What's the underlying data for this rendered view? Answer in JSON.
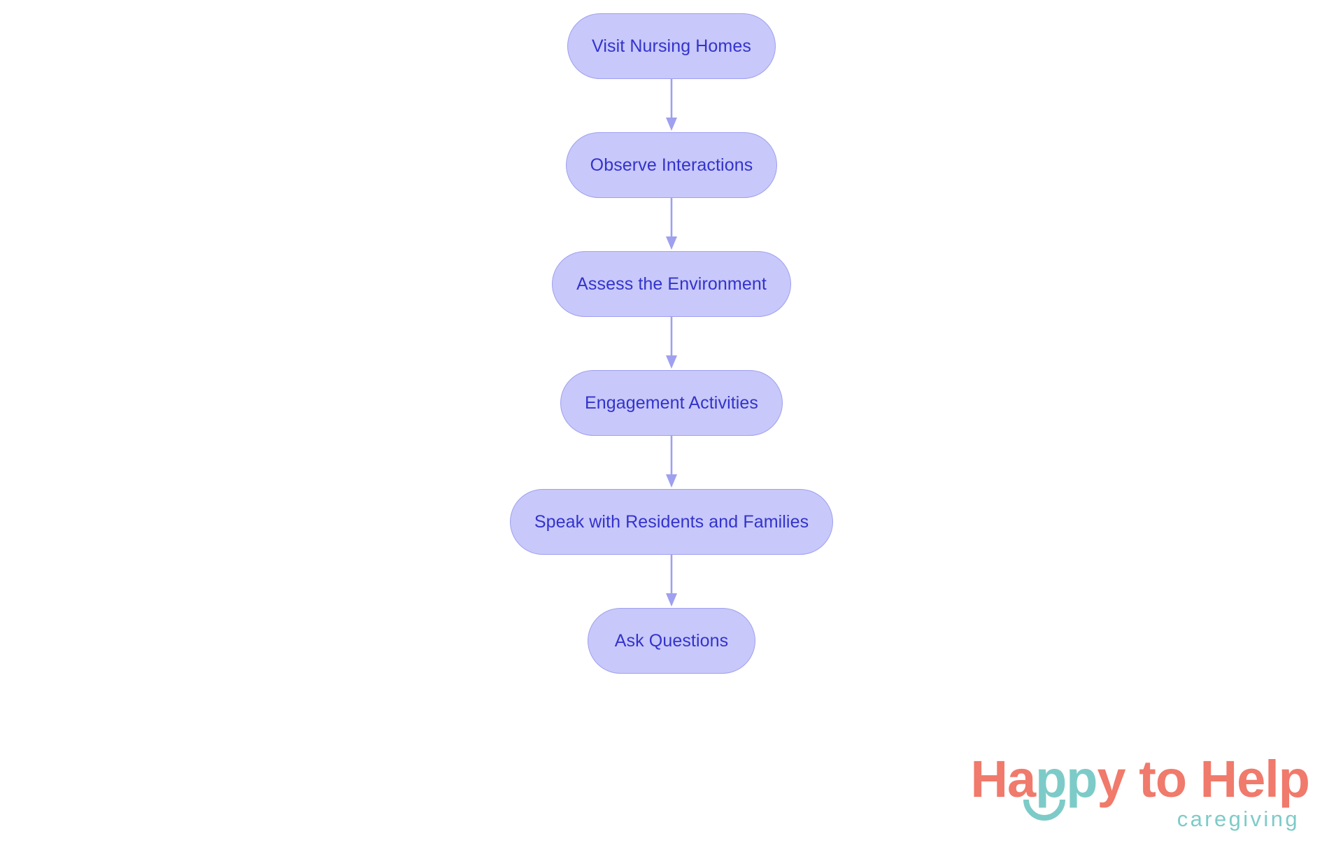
{
  "chart_data": {
    "type": "diagram",
    "diagram_type": "flowchart",
    "orientation": "top-to-bottom",
    "title": "",
    "nodes": [
      {
        "id": "n1",
        "label": "Visit Nursing Homes"
      },
      {
        "id": "n2",
        "label": "Observe Interactions"
      },
      {
        "id": "n3",
        "label": "Assess the Environment"
      },
      {
        "id": "n4",
        "label": "Engagement Activities"
      },
      {
        "id": "n5",
        "label": "Speak with Residents and Families"
      },
      {
        "id": "n6",
        "label": "Ask Questions"
      }
    ],
    "edges": [
      {
        "from": "n1",
        "to": "n2",
        "label": ""
      },
      {
        "from": "n2",
        "to": "n3",
        "label": ""
      },
      {
        "from": "n3",
        "to": "n4",
        "label": ""
      },
      {
        "from": "n4",
        "to": "n5",
        "label": ""
      },
      {
        "from": "n5",
        "to": "n6",
        "label": ""
      }
    ],
    "colors": {
      "node_fill": "#C8C8FA",
      "node_border": "#9FA0EF",
      "node_text": "#3333CC",
      "edge": "#9FA0EF",
      "background": "#FFFFFF"
    }
  },
  "flowchart": {
    "nodes": [
      {
        "label": "Visit Nursing Homes"
      },
      {
        "label": "Observe Interactions"
      },
      {
        "label": "Assess the Environment"
      },
      {
        "label": "Engagement Activities"
      },
      {
        "label": "Speak with Residents and Families"
      },
      {
        "label": "Ask Questions"
      }
    ]
  },
  "logo": {
    "word_happy_ha": "Ha",
    "word_happy_pp": "pp",
    "word_happy_y": "y",
    "word_to_help": " to Help",
    "tagline": "caregiving",
    "coral": "#F07A6B",
    "teal": "#7DCBC8"
  }
}
